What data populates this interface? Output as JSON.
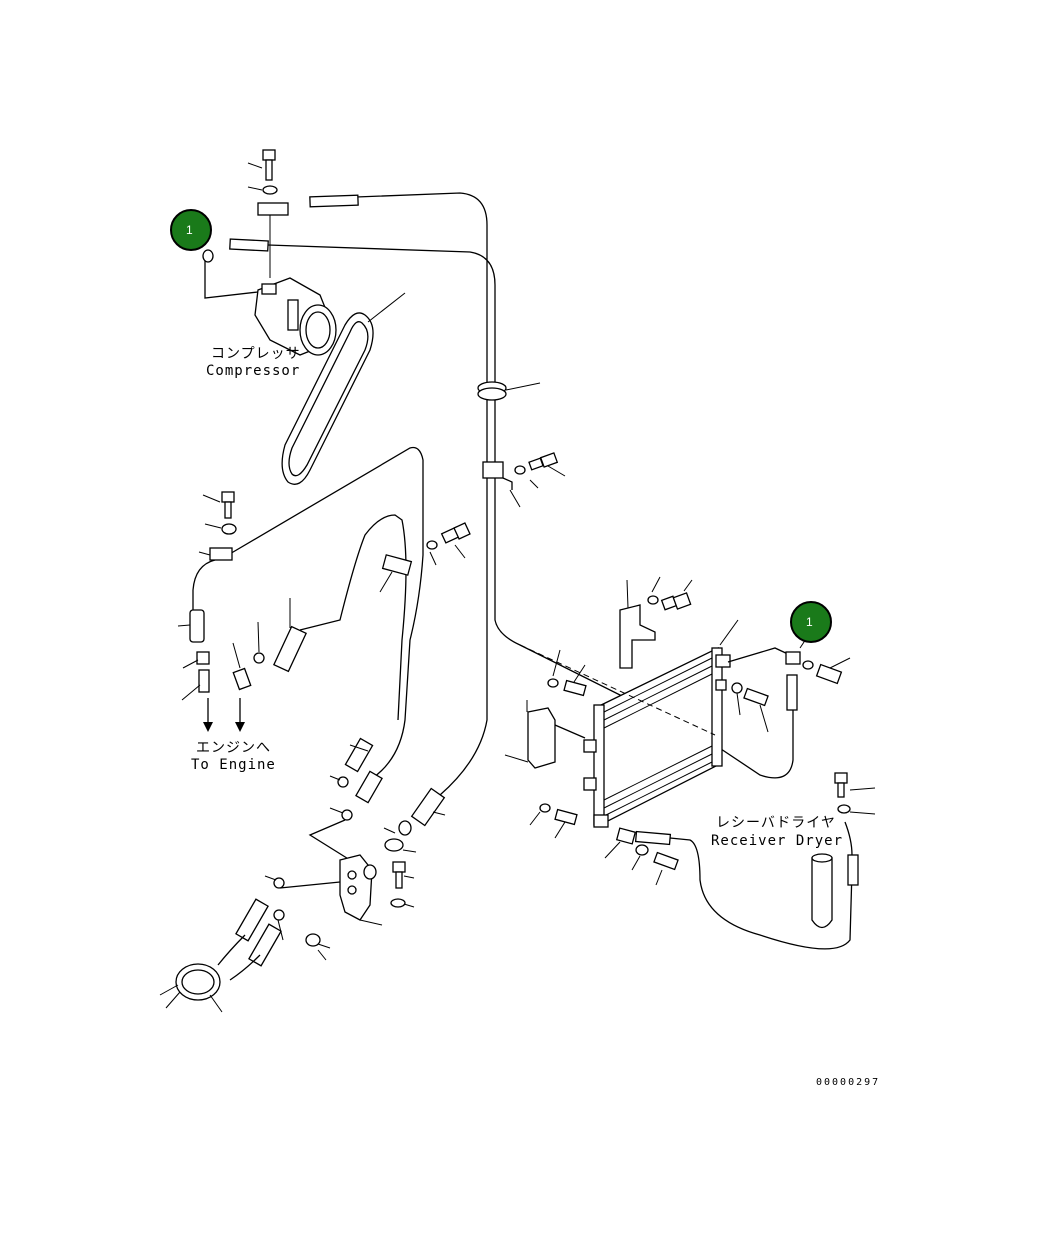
{
  "callouts": [
    {
      "number": "1",
      "color": "#1a7a1a"
    },
    {
      "number": "1",
      "color": "#1a7a1a"
    }
  ],
  "labels": {
    "compressor_jp": "コンプレッサ",
    "compressor_en": "Compressor",
    "to_engine_jp": "エンジンへ",
    "to_engine_en": "To Engine",
    "receiver_dryer_jp": "レシーバドライヤ",
    "receiver_dryer_en": "Receiver Dryer"
  },
  "figure_code": "00000297"
}
